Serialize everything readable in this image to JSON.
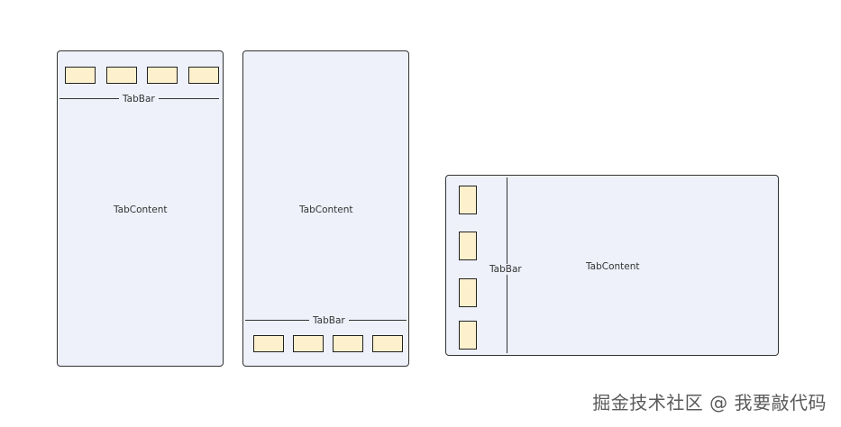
{
  "diagram": {
    "layout_top": {
      "tabbar_label": "TabBar",
      "content_label": "TabContent",
      "tab_count": 4
    },
    "layout_bottom": {
      "tabbar_label": "TabBar",
      "content_label": "TabContent",
      "tab_count": 4
    },
    "layout_left": {
      "tabbar_label": "TabBar",
      "content_label": "TabContent",
      "tab_count": 4
    },
    "colors": {
      "device_fill": "#eef1fa",
      "tab_fill": "#fdf0cc",
      "stroke": "#333333"
    }
  },
  "watermark": "掘金技术社区 @ 我要敲代码"
}
